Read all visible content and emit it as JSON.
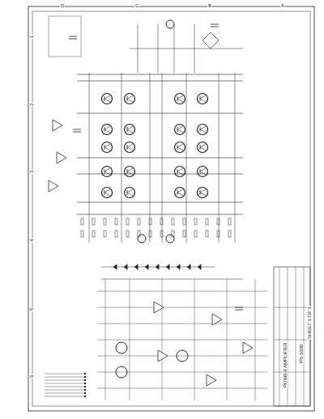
{
  "diagram": {
    "labels": [
      "D",
      "C",
      "B",
      "A",
      "1",
      "2",
      "3",
      "4",
      "5",
      "6",
      "POWER AMPLIFIER",
      "PS-1000",
      "SHEET 1 OF 1"
    ]
  }
}
